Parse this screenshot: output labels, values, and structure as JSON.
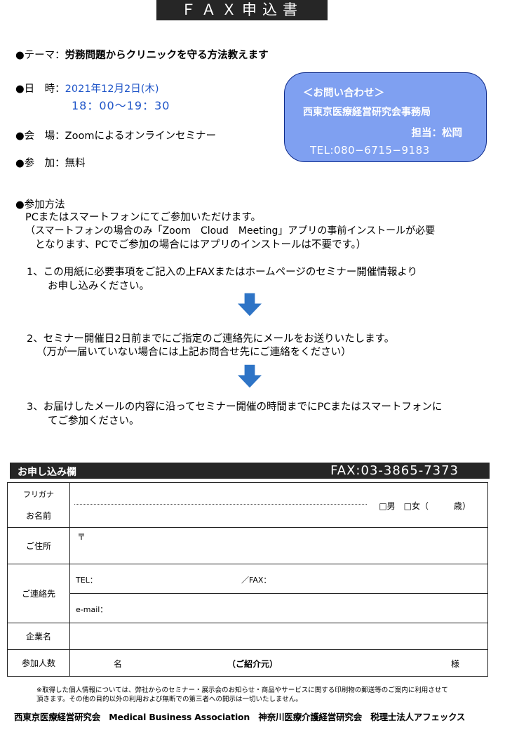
{
  "header": {
    "title": "ＦＡＸ申込書"
  },
  "info": {
    "theme_label": "●テーマ：",
    "theme_value": "労務問題からクリニックを守る方法教えます",
    "date_label": "●日　時：",
    "date_value": "2021年12月2日(木)",
    "time_value": "18：00〜19：30",
    "venue_label": "●会　場：",
    "venue_value": "Zoomによるオンラインセミナー",
    "fee_label": "●参　加：",
    "fee_value": "無料"
  },
  "contact": {
    "heading": "＜お問い合わせ＞",
    "org": "西東京医療経営研究会事務局",
    "person": "担当：松岡",
    "tel": "TEL:080−6715−9183"
  },
  "method": {
    "heading": "●参加方法",
    "line1": "PCまたはスマートフォンにてご参加いただけます。",
    "line2": "（スマートフォンの場合のみ「Zoom　Cloud　Meeting」アプリの事前インストールが必要",
    "line3": "となります、PCでご参加の場合にはアプリのインストールは不要です。）",
    "step1a": "1、この用紙に必要事項をご記入の上FAXまたはホームページのセミナー開催情報より",
    "step1b": "お申し込みください。",
    "step2a": "2、セミナー開催日2日前までにご指定のご連絡先にメールをお送りいたします。",
    "step2b": "（万が一届いていない場合には上記お問合せ先にご連絡をください）",
    "step3a": "3、お届けしたメールの内容に沿ってセミナー開催の時間までにPCまたはスマートフォンに",
    "step3b": "てご参加ください。"
  },
  "form": {
    "bar_label": "お申し込み欄",
    "fax_number": "FAX:03-3865-7373",
    "furigana": "フリガナ",
    "name": "お名前",
    "gender_age": "□男　□女（　　　歳）",
    "address": "ご住所",
    "postal": "〒",
    "contact": "ご連絡先",
    "tel": "TEL：",
    "fax": "／FAX：",
    "email": "e-mail：",
    "company": "企業名",
    "attendees": "参加人数",
    "count_unit": "名",
    "referral": "（ご紹介元）",
    "honorific": "様"
  },
  "note": {
    "line1": "※取得した個人情報については、弊社からのセミナー・展示会のお知らせ・商品やサービスに関する印刷物の郵送等のご案内に利用させて",
    "line2": "頂きます。その他の目的以外の利用および無断での第三者への開示は一切いたしません。"
  },
  "footer": {
    "text": "西東京医療経営研究会　Medical Business Association　神奈川医療介護経営研究会　税理士法人アフェックス"
  },
  "colors": {
    "header_bg": "#262626",
    "accent_blue": "#1f55c8",
    "contact_bg": "#7fa0f1",
    "arrow": "#2e74c6"
  }
}
